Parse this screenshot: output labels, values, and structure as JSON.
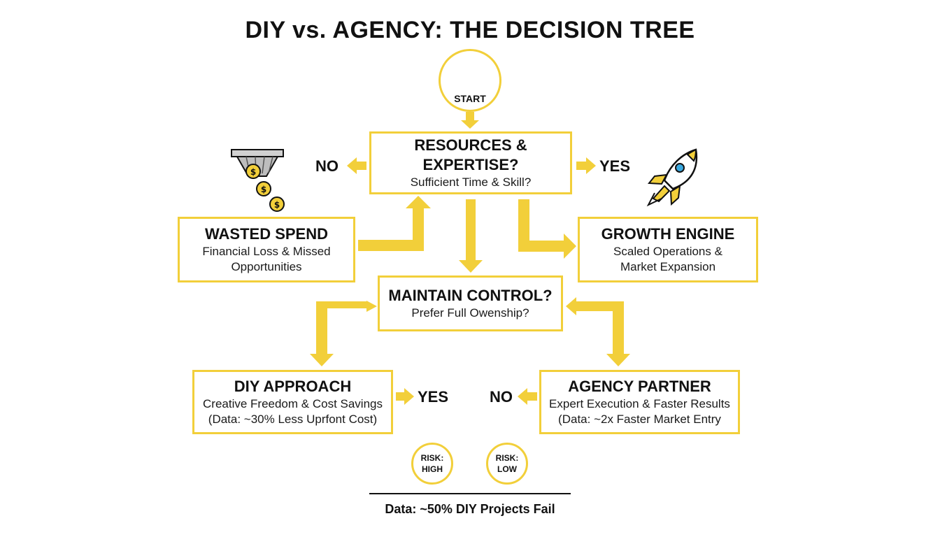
{
  "title": "DIY vs. AGENCY: THE DECISION TREE",
  "start": {
    "label": "START"
  },
  "nodes": {
    "resources": {
      "heading": "RESOURCES & EXPERTISE?",
      "sub": "Sufficient Time & Skill?"
    },
    "wasted": {
      "heading": "WASTED SPEND",
      "line1": "Financial Loss & Missed",
      "line2": "Opportunities"
    },
    "growth": {
      "heading": "GROWTH ENGINE",
      "line1": "Scaled Operations &",
      "line2": "Market Expansion"
    },
    "control": {
      "heading": "MAINTAIN CONTROL?",
      "sub": "Prefer Full Owenship?"
    },
    "diy": {
      "heading": "DIY APPROACH",
      "line1": "Creative Freedom & Cost Savings",
      "line2": "(Data: ~30% Less Uprfont Cost)"
    },
    "agency": {
      "heading": "AGENCY PARTNER",
      "line1": "Expert Execution & Faster Results",
      "line2": "(Data: ~2x Faster Market Entry"
    }
  },
  "edge_labels": {
    "top_no": "NO",
    "top_yes": "YES",
    "bottom_yes": "YES",
    "bottom_no": "NO"
  },
  "risk": {
    "high": {
      "line1": "RISK:",
      "line2": "HIGH"
    },
    "low": {
      "line1": "RISK:",
      "line2": "LOW"
    }
  },
  "footer": "Data: ~50% DIY Projects Fail",
  "icons": [
    "idea-bulbs-icon",
    "funnel-coins-icon",
    "rocket-icon"
  ],
  "colors": {
    "accent": "#f2cf3a",
    "text": "#111111",
    "blue": "#3aa9e0",
    "green": "#6fbf3a"
  }
}
